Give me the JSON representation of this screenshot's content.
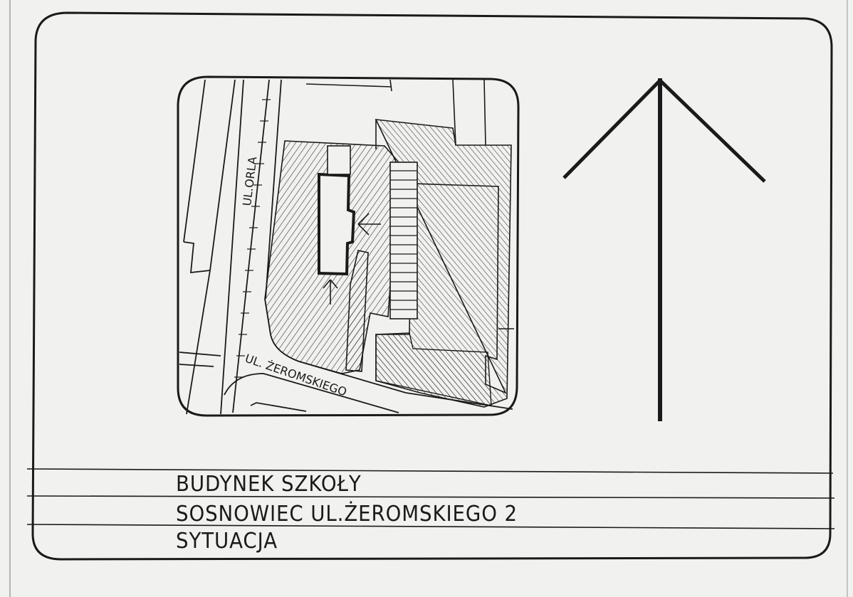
{
  "title_block": {
    "line1": "BUDYNEK SZKOŁY",
    "line2": "SOSNOWIEC  UL.ŻEROMSKIEGO 2",
    "line3": "SYTUACJA"
  },
  "map": {
    "street_orla": "UL.ORLA",
    "street_zeromskiego": "UL. ŻEROMSKIEGO"
  },
  "north_arrow": {
    "icon": "north-arrow-icon"
  },
  "colors": {
    "paper": "#f1f1ef",
    "ink": "#1a1a1a"
  }
}
